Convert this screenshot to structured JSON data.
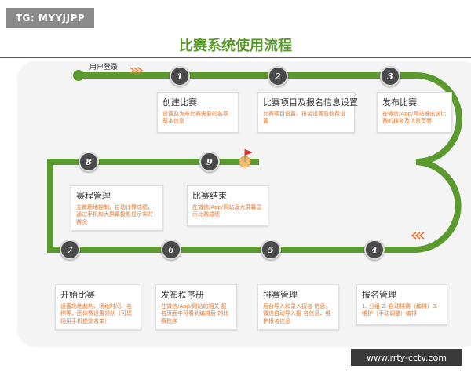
{
  "badge": "TG: MYYJJPP",
  "title": "比赛系统使用流程",
  "start_label": "用户登录",
  "watermark": "www.rrty-cctv.com",
  "colors": {
    "track": "#5a9a2e",
    "node": "#4a4a4a",
    "desc": "#e8742a",
    "title": "#5a9a2e"
  },
  "steps": [
    {
      "num": "1",
      "title": "创建比赛",
      "desc": "设置及发布比赛需要的各项基本信息"
    },
    {
      "num": "2",
      "title": "比赛项目及报名信息设置",
      "desc": "比赛项目设置、报名设置及收费设置"
    },
    {
      "num": "3",
      "title": "发布比赛",
      "desc": "在微信/App/网站推出该比赛的报名及信息页面"
    },
    {
      "num": "4",
      "title": "报名管理",
      "desc": "1. 分组 2. 自动排赛（编排）3. 维护（手动调整）编排"
    },
    {
      "num": "5",
      "title": "排赛管理",
      "desc": "后台导入和录入报名 信息，微信自动导入报 名信息、维护报名信息"
    },
    {
      "num": "6",
      "title": "发布秩序册",
      "desc": "在微信/App/网站的相关 报名页面中可看到编排后 的比赛秩序"
    },
    {
      "num": "7",
      "title": "开始比赛",
      "desc": "设置场地裁判、场地时间、名称等、团体赛设置领队（可现场用手机提交名单）"
    },
    {
      "num": "8",
      "title": "赛程管理",
      "desc": "主裁场地控制，自动计算成绩，通过手机和大屏幕投影显示实时赛况"
    },
    {
      "num": "9",
      "title": "比赛结束",
      "desc": "在微信/App/网站及大屏幕显示比赛成绩"
    }
  ]
}
